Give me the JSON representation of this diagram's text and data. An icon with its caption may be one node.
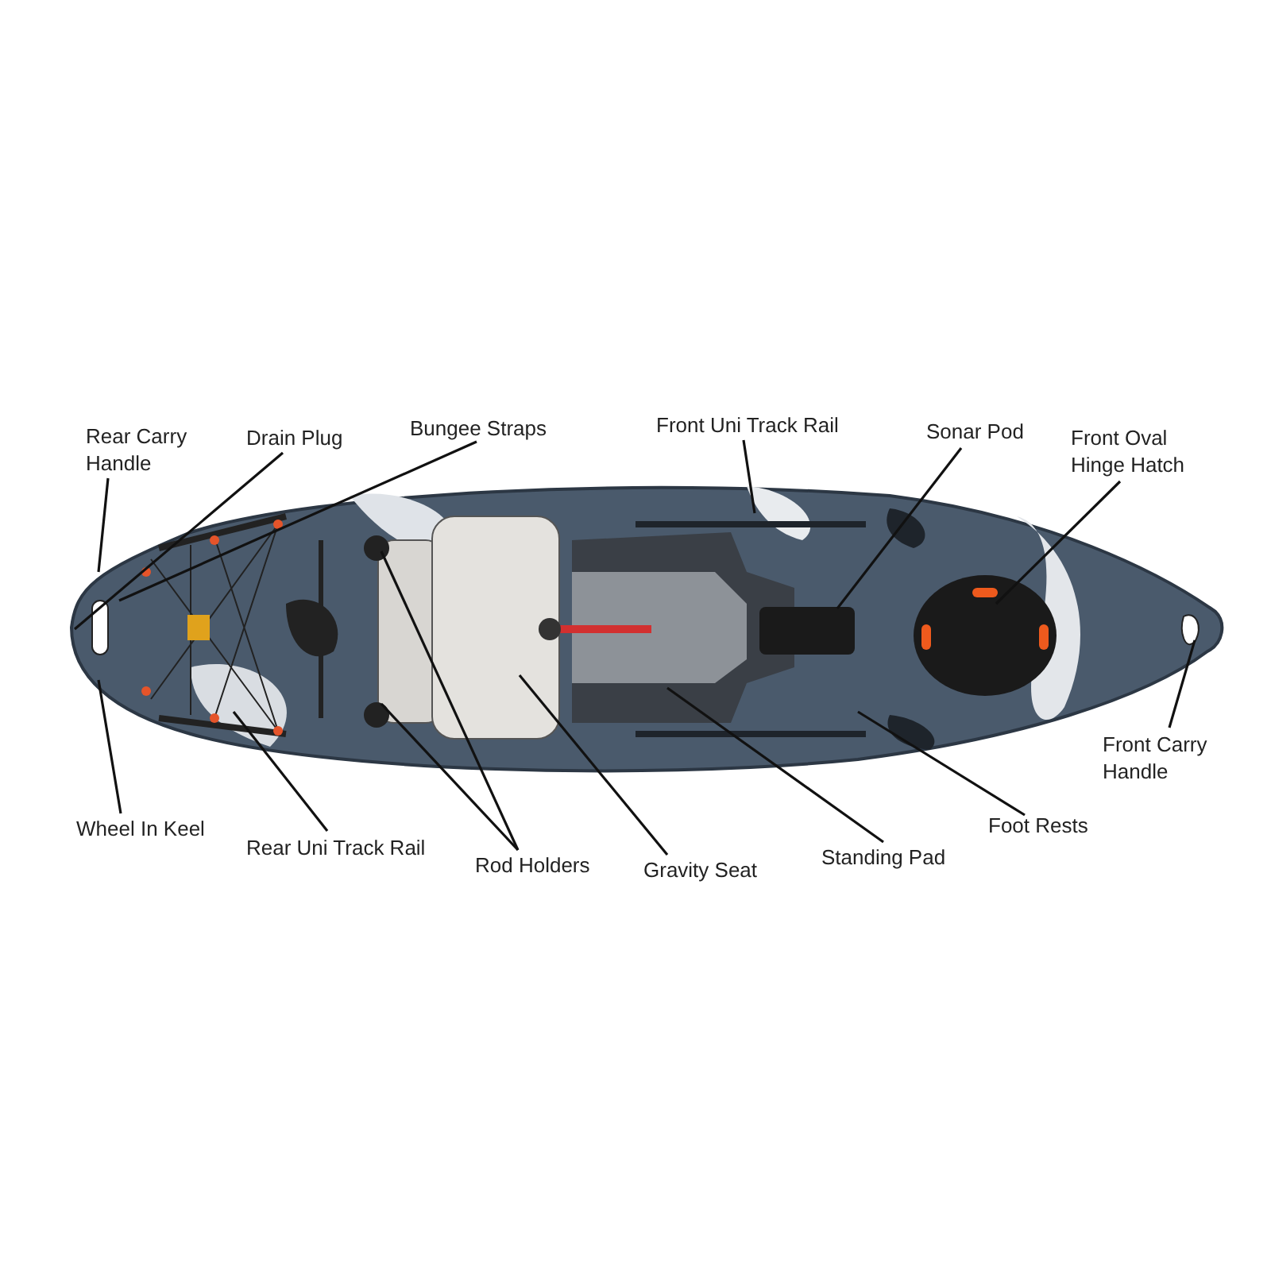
{
  "diagram": {
    "nodes": [
      {
        "text": [
          "Rear Carry Handle"
        ]
      },
      {
        "text": [
          "Drain Plug"
        ]
      },
      {
        "text": [
          "Bungee Straps"
        ]
      },
      {
        "text": [
          "Front Uni Track Rail"
        ]
      },
      {
        "text": [
          "Sonar Pod"
        ]
      },
      {
        "text": [
          "Front Oval Hinge Hatch"
        ]
      },
      {
        "text": [
          "Front Carry Handle"
        ]
      },
      {
        "text": [
          "Foot Rests"
        ]
      },
      {
        "text": [
          "Wheel In Keel"
        ]
      },
      {
        "text": [
          "Rear Uni Track Rail"
        ]
      },
      {
        "text": [
          "Standing Pad"
        ]
      },
      {
        "text": [
          "Rod Holders"
        ]
      },
      {
        "text": [
          "Gravity Seat"
        ]
      }
    ],
    "edges": [
      {
        "from": 0,
        "to": null,
        "arrow": "none"
      },
      {
        "from": 1,
        "to": null,
        "arrow": "none"
      },
      {
        "from": 2,
        "to": null,
        "arrow": "none"
      },
      {
        "from": 3,
        "to": null,
        "arrow": "none"
      },
      {
        "from": 4,
        "to": null,
        "arrow": "none"
      },
      {
        "from": 5,
        "to": null,
        "arrow": "none"
      },
      {
        "from": 6,
        "to": null,
        "arrow": "none"
      },
      {
        "from": 7,
        "to": null,
        "arrow": "none"
      },
      {
        "from": 8,
        "to": null,
        "arrow": "none"
      },
      {
        "from": 9,
        "to": null,
        "arrow": "none"
      },
      {
        "from": 10,
        "to": null,
        "arrow": "none"
      },
      {
        "from": 11,
        "to": null,
        "arrow": "none"
      },
      {
        "from": 11,
        "to": null,
        "arrow": "none"
      },
      {
        "from": 12,
        "to": null,
        "arrow": "none"
      }
    ]
  }
}
